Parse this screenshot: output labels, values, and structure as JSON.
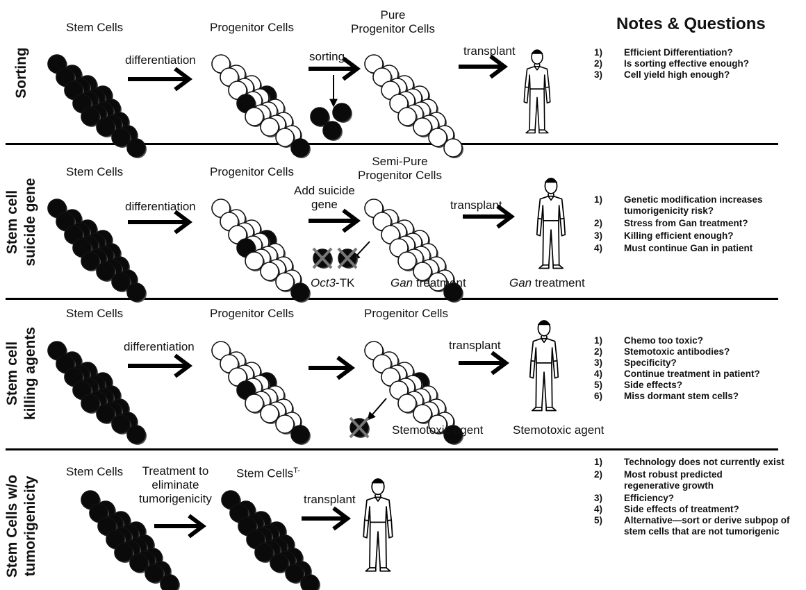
{
  "notes_title": "Notes & Questions",
  "rows": [
    {
      "row_label": [
        "Sorting"
      ],
      "stem_label": "Stem Cells",
      "arrow1_label": [
        "differentiation"
      ],
      "progenitor_label": [
        "Progenitor Cells"
      ],
      "arrow2_label": [
        "sorting"
      ],
      "product_label": [
        "Pure",
        "Progenitor Cells"
      ],
      "transplant_label": "transplant",
      "notes": [
        {
          "num": "1)",
          "text": "Efficient Differentiation?"
        },
        {
          "num": "2)",
          "text": "Is sorting effective enough?"
        },
        {
          "num": "3)",
          "text": "Cell yield high enough?"
        }
      ]
    },
    {
      "row_label": [
        "Stem cell",
        "suicide gene"
      ],
      "stem_label": "Stem Cells",
      "arrow1_label": [
        "differentiation"
      ],
      "progenitor_label": [
        "Progenitor Cells"
      ],
      "arrow2_label": [
        "Add suicide",
        "gene"
      ],
      "product_label": [
        "Semi-Pure",
        "Progenitor Cells"
      ],
      "transplant_label": "transplant",
      "killed_label_italic": "Oct3",
      "killed_label_rest": "-TK",
      "product_treatment_italic": "Gan",
      "product_treatment_rest": " treatment",
      "patient_treatment_italic": "Gan",
      "patient_treatment_rest": " treatment",
      "notes": [
        {
          "num": "1)",
          "text": "Genetic modification increases tumorigenicity risk?"
        },
        {
          "num": "2)",
          "text": "Stress from Gan treatment?"
        },
        {
          "num": "3)",
          "text": "Killing efficient enough?"
        },
        {
          "num": "4)",
          "text": "Must continue Gan in patient"
        }
      ]
    },
    {
      "row_label": [
        "Stem cell",
        "killing agents"
      ],
      "stem_label": "Stem Cells",
      "arrow1_label": [
        "differentiation"
      ],
      "progenitor_label": [
        "Progenitor Cells"
      ],
      "product_label": [
        "Progenitor Cells"
      ],
      "transplant_label": "transplant",
      "killed_label": "Stemotoxic agent",
      "patient_treatment": "Stemotoxic agent",
      "notes": [
        {
          "num": "1)",
          "text": "Chemo too toxic?"
        },
        {
          "num": "2)",
          "text": "Stemotoxic antibodies?"
        },
        {
          "num": "3)",
          "text": "Specificity?"
        },
        {
          "num": "4)",
          "text": "Continue treatment in patient?"
        },
        {
          "num": "5)",
          "text": "Side effects?"
        },
        {
          "num": "6)",
          "text": "Miss dormant stem cells?"
        }
      ]
    },
    {
      "row_label": [
        "Stem Cells w/o",
        "tumorigenicity"
      ],
      "stem_label": "Stem Cells",
      "arrow1_label": [
        "Treatment to",
        "eliminate",
        "tumorigenicity"
      ],
      "product_label_main": "Stem Cells",
      "product_label_sup": "T-",
      "transplant_label": "transplant",
      "notes": [
        {
          "num": "1)",
          "text": "Technology does not currently exist"
        },
        {
          "num": "2)",
          "text": "Most robust predicted regenerative growth"
        },
        {
          "num": "3)",
          "text": "Efficiency?"
        },
        {
          "num": "4)",
          "text": "Side effects of treatment?"
        },
        {
          "num": "5)",
          "text": "Alternative—sort or derive subpop of stem cells that are not tumorigenic"
        }
      ]
    }
  ]
}
